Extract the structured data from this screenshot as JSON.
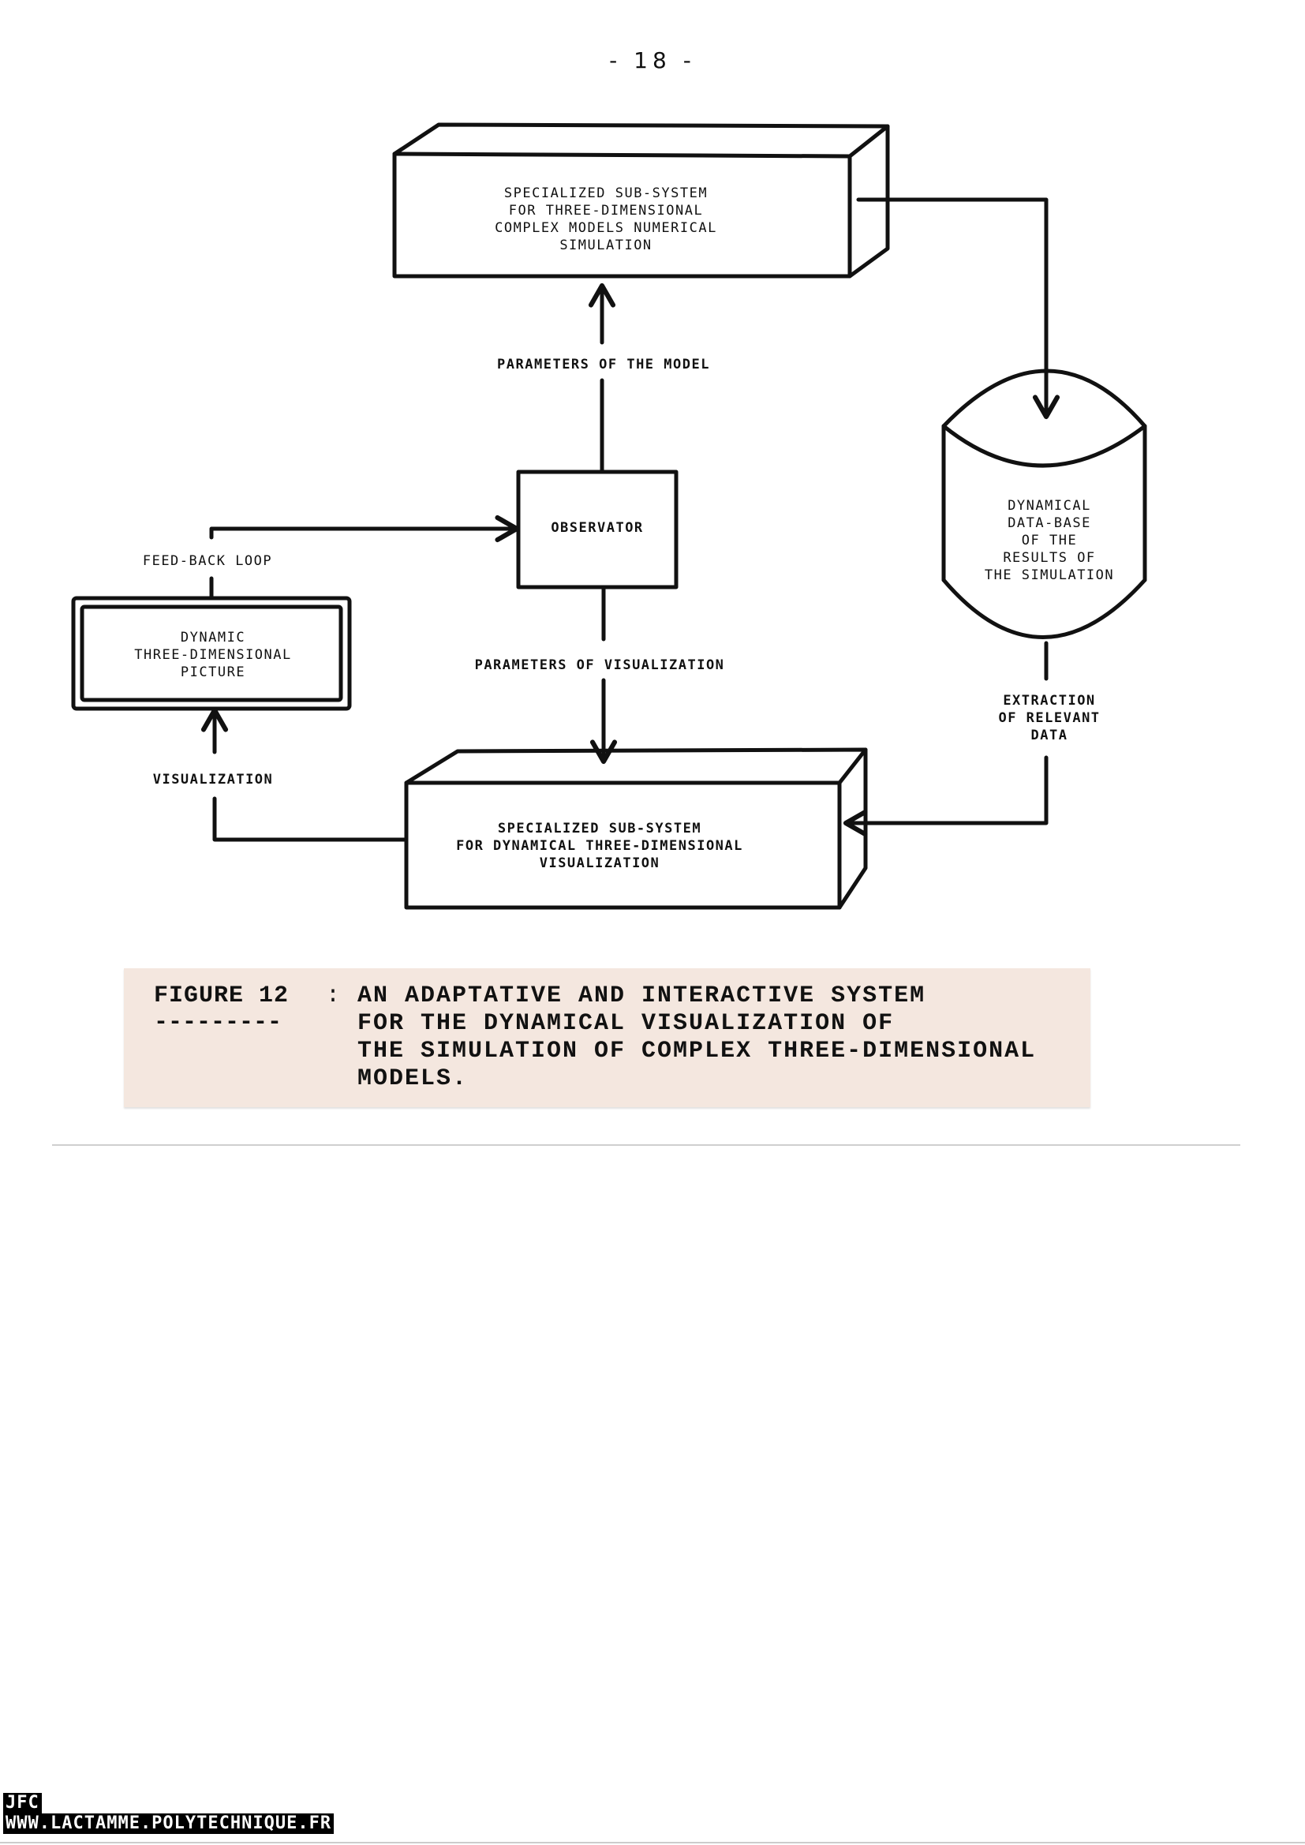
{
  "page": {
    "number": "- 18 -"
  },
  "diagram": {
    "simulation_box": {
      "lines": [
        "SPECIALIZED SUB-SYSTEM",
        "FOR  THREE-DIMENSIONAL",
        "COMPLEX MODELS NUMERICAL",
        "SIMULATION"
      ]
    },
    "database": {
      "lines": [
        "DYNAMICAL",
        "DATA-BASE",
        "OF  THE",
        "RESULTS OF",
        "THE SIMULATION"
      ]
    },
    "observator": {
      "label": "OBSERVATOR"
    },
    "picture_box": {
      "lines": [
        "DYNAMIC",
        "THREE-DIMENSIONAL",
        "PICTURE"
      ]
    },
    "visualization_box": {
      "lines": [
        "SPECIALIZED  SUB-SYSTEM",
        "FOR DYNAMICAL THREE-DIMENSIONAL",
        "VISUALIZATION"
      ]
    },
    "edges": {
      "parameters_model": "PARAMETERS OF THE MODEL",
      "parameters_visualization": "PARAMETERS OF VISUALIZATION",
      "feedback": "FEED-BACK LOOP",
      "visualization": "VISUALIZATION",
      "extraction": [
        "EXTRACTION",
        "OF  RELEVANT",
        "DATA"
      ]
    }
  },
  "caption": {
    "label": "FIGURE 12",
    "underline": "---------",
    "separator": ":",
    "lines": [
      "AN ADAPTATIVE AND INTERACTIVE SYSTEM",
      "FOR THE DYNAMICAL VISUALIZATION OF",
      "THE SIMULATION OF COMPLEX THREE-DIMENSIONAL",
      "MODELS."
    ],
    "background": "#f4e7df"
  },
  "watermark": {
    "line1": "JFC",
    "line2": "WWW.LACTAMME.POLYTECHNIQUE.FR"
  }
}
